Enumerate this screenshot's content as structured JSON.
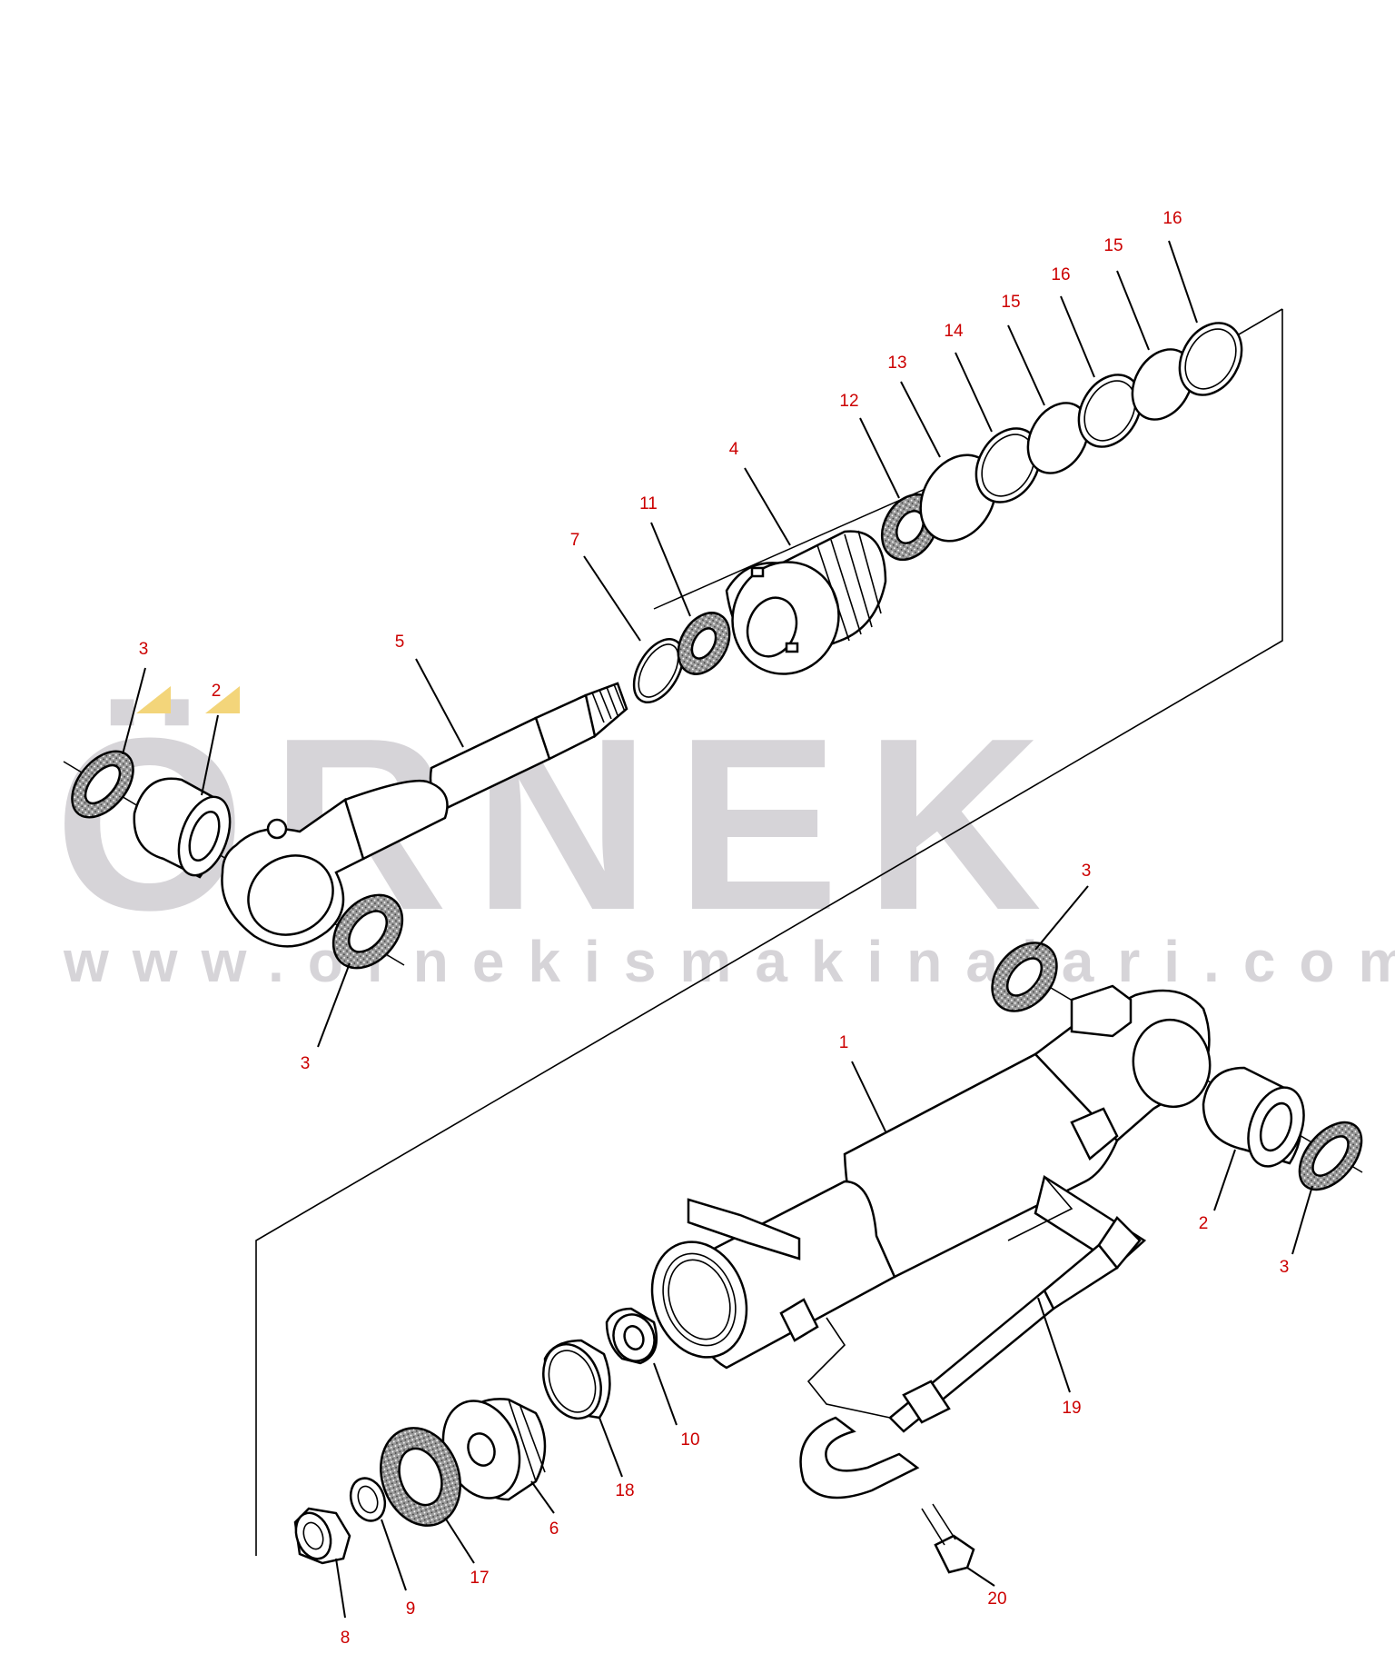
{
  "watermark": {
    "brand": "ÖRNEK",
    "url": "www.ornekismakinalari.com.tr",
    "colors": {
      "text": "#d6d4d8",
      "accent": "#f3d57a"
    }
  },
  "colors": {
    "callout": "#cc0000",
    "line": "#000000",
    "background": "#ffffff"
  },
  "callouts": [
    {
      "id": "c-16a",
      "label": "16",
      "target": "seal-16-outer"
    },
    {
      "id": "c-15a",
      "label": "15",
      "target": "oring-15-outer"
    },
    {
      "id": "c-16b",
      "label": "16",
      "target": "seal-16-inner"
    },
    {
      "id": "c-15b",
      "label": "15",
      "target": "oring-15-inner"
    },
    {
      "id": "c-14",
      "label": "14",
      "target": "seal-14"
    },
    {
      "id": "c-13",
      "label": "13",
      "target": "oring-13"
    },
    {
      "id": "c-12",
      "label": "12",
      "target": "wiper-12"
    },
    {
      "id": "c-4",
      "label": "4",
      "target": "gland-4"
    },
    {
      "id": "c-11",
      "label": "11",
      "target": "seal-11"
    },
    {
      "id": "c-7",
      "label": "7",
      "target": "ring-7"
    },
    {
      "id": "c-5",
      "label": "5",
      "target": "rod-5"
    },
    {
      "id": "c-3a",
      "label": "3",
      "target": "washer-3-rod-left"
    },
    {
      "id": "c-2a",
      "label": "2",
      "target": "bush-2-rod"
    },
    {
      "id": "c-3b",
      "label": "3",
      "target": "washer-3-rod-right"
    },
    {
      "id": "c-3c",
      "label": "3",
      "target": "washer-3-barrel-top"
    },
    {
      "id": "c-1",
      "label": "1",
      "target": "barrel-1"
    },
    {
      "id": "c-2b",
      "label": "2",
      "target": "bush-2-barrel"
    },
    {
      "id": "c-3d",
      "label": "3",
      "target": "washer-3-barrel-right"
    },
    {
      "id": "c-19",
      "label": "19",
      "target": "pipe-19"
    },
    {
      "id": "c-10",
      "label": "10",
      "target": "spacer-10"
    },
    {
      "id": "c-18",
      "label": "18",
      "target": "ring-18"
    },
    {
      "id": "c-6",
      "label": "6",
      "target": "piston-6"
    },
    {
      "id": "c-17",
      "label": "17",
      "target": "seal-17"
    },
    {
      "id": "c-9",
      "label": "9",
      "target": "oring-9"
    },
    {
      "id": "c-8",
      "label": "8",
      "target": "nut-8"
    },
    {
      "id": "c-20",
      "label": "20",
      "target": "bolt-20"
    }
  ]
}
